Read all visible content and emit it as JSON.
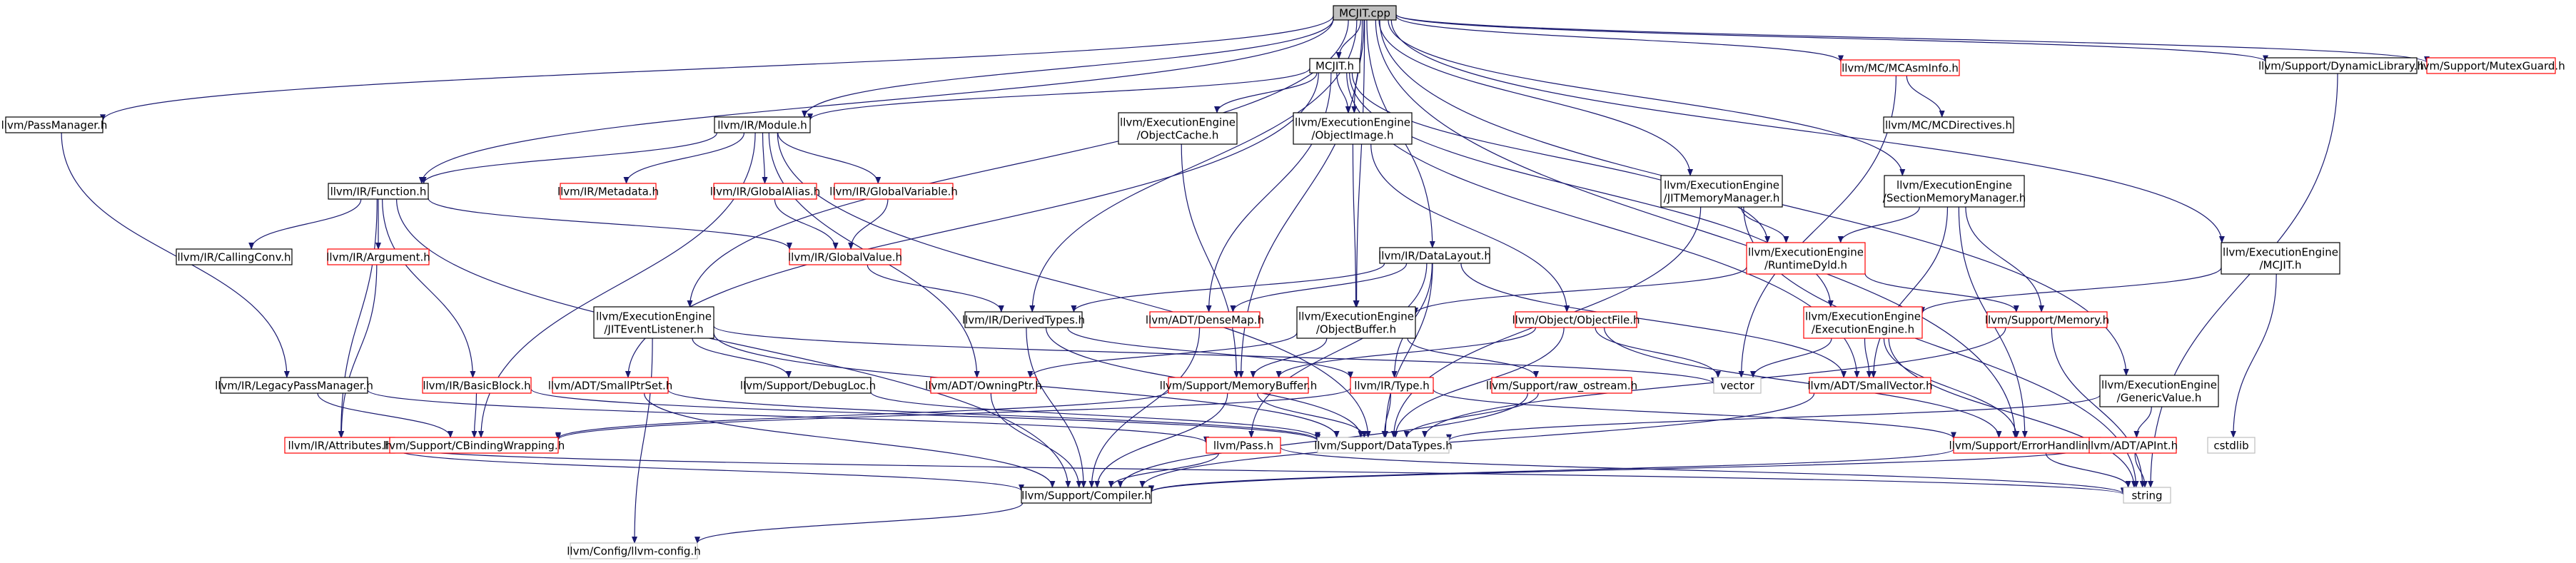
{
  "colors": {
    "edge": "#191970",
    "black_border": "#000000",
    "red_border": "#ff0000",
    "gray_border": "#bfbfbf",
    "root_fill": "#bfbfbf",
    "node_fill": "#ffffff",
    "text": "#000000"
  },
  "nodes": [
    {
      "id": "mcjit_cpp",
      "label": "MCJIT.cpp",
      "style": "root"
    },
    {
      "id": "llvm_passmanager",
      "label": "llvm/PassManager.h",
      "style": "black"
    },
    {
      "id": "mcjit_h",
      "label": "MCJIT.h",
      "style": "black"
    },
    {
      "id": "mc_mcasminfo",
      "label": "llvm/MC/MCAsmInfo.h",
      "style": "red"
    },
    {
      "id": "support_dynlib",
      "label": "llvm/Support/DynamicLibrary.h",
      "style": "black"
    },
    {
      "id": "support_mutexguard",
      "label": "llvm/Support/MutexGuard.h",
      "style": "red"
    },
    {
      "id": "ir_module",
      "label": "llvm/IR/Module.h",
      "style": "black"
    },
    {
      "id": "ee_objectcache",
      "label": "llvm/ExecutionEngine\n/ObjectCache.h",
      "style": "black"
    },
    {
      "id": "ee_objectimage",
      "label": "llvm/ExecutionEngine\n/ObjectImage.h",
      "style": "black"
    },
    {
      "id": "mc_mcdirectives",
      "label": "llvm/MC/MCDirectives.h",
      "style": "black"
    },
    {
      "id": "ir_function",
      "label": "llvm/IR/Function.h",
      "style": "black"
    },
    {
      "id": "ir_metadata",
      "label": "llvm/IR/Metadata.h",
      "style": "red"
    },
    {
      "id": "ir_globalalias",
      "label": "llvm/IR/GlobalAlias.h",
      "style": "red"
    },
    {
      "id": "ir_globalvariable",
      "label": "llvm/IR/GlobalVariable.h",
      "style": "red"
    },
    {
      "id": "ee_jitmemmgr",
      "label": "llvm/ExecutionEngine\n/JITMemoryManager.h",
      "style": "black"
    },
    {
      "id": "ee_sectionmemmgr",
      "label": "llvm/ExecutionEngine\n/SectionMemoryManager.h",
      "style": "black"
    },
    {
      "id": "ir_callingconv",
      "label": "llvm/IR/CallingConv.h",
      "style": "black"
    },
    {
      "id": "ir_argument",
      "label": "llvm/IR/Argument.h",
      "style": "red"
    },
    {
      "id": "ir_globalvalue",
      "label": "llvm/IR/GlobalValue.h",
      "style": "red"
    },
    {
      "id": "ee_runtimedyld",
      "label": "llvm/ExecutionEngine\n/RuntimeDyld.h",
      "style": "red"
    },
    {
      "id": "ir_datalayout",
      "label": "llvm/IR/DataLayout.h",
      "style": "black"
    },
    {
      "id": "ee_mcjit_h",
      "label": "llvm/ExecutionEngine\n/MCJIT.h",
      "style": "black"
    },
    {
      "id": "ee_jiteventlistener",
      "label": "llvm/ExecutionEngine\n/JITEventListener.h",
      "style": "black"
    },
    {
      "id": "ir_derivedtypes",
      "label": "llvm/IR/DerivedTypes.h",
      "style": "black"
    },
    {
      "id": "adt_densemap",
      "label": "llvm/ADT/DenseMap.h",
      "style": "red"
    },
    {
      "id": "ee_objectbuffer",
      "label": "llvm/ExecutionEngine\n/ObjectBuffer.h",
      "style": "black"
    },
    {
      "id": "object_objectfile",
      "label": "llvm/Object/ObjectFile.h",
      "style": "red"
    },
    {
      "id": "ee_executionengine",
      "label": "llvm/ExecutionEngine\n/ExecutionEngine.h",
      "style": "red"
    },
    {
      "id": "support_memory",
      "label": "llvm/Support/Memory.h",
      "style": "red"
    },
    {
      "id": "ir_legacypassmanager",
      "label": "llvm/IR/LegacyPassManager.h",
      "style": "black"
    },
    {
      "id": "ir_basicblock",
      "label": "llvm/IR/BasicBlock.h",
      "style": "red"
    },
    {
      "id": "adt_smallptrset",
      "label": "llvm/ADT/SmallPtrSet.h",
      "style": "red"
    },
    {
      "id": "support_debugloc",
      "label": "llvm/Support/DebugLoc.h",
      "style": "black"
    },
    {
      "id": "adt_owningptr",
      "label": "llvm/ADT/OwningPtr.h",
      "style": "red"
    },
    {
      "id": "support_memorybuffer",
      "label": "llvm/Support/MemoryBuffer.h",
      "style": "red"
    },
    {
      "id": "ir_type",
      "label": "llvm/IR/Type.h",
      "style": "red"
    },
    {
      "id": "support_raw_ostream",
      "label": "llvm/Support/raw_ostream.h",
      "style": "red"
    },
    {
      "id": "vector",
      "label": "vector",
      "style": "gray"
    },
    {
      "id": "adt_smallvector",
      "label": "llvm/ADT/SmallVector.h",
      "style": "red"
    },
    {
      "id": "ee_genericvalue",
      "label": "llvm/ExecutionEngine\n/GenericValue.h",
      "style": "black"
    },
    {
      "id": "ir_attributes",
      "label": "llvm/IR/Attributes.h",
      "style": "red"
    },
    {
      "id": "support_cbinding",
      "label": "llvm/Support/CBindingWrapping.h",
      "style": "red"
    },
    {
      "id": "llvm_pass",
      "label": "llvm/Pass.h",
      "style": "red"
    },
    {
      "id": "support_datatypes",
      "label": "llvm/Support/DataTypes.h",
      "style": "gray"
    },
    {
      "id": "support_errorhandling",
      "label": "llvm/Support/ErrorHandling.h",
      "style": "red"
    },
    {
      "id": "cstdlib",
      "label": "cstdlib",
      "style": "gray"
    },
    {
      "id": "adt_apint",
      "label": "llvm/ADT/APInt.h",
      "style": "red"
    },
    {
      "id": "support_compiler",
      "label": "llvm/Support/Compiler.h",
      "style": "black"
    },
    {
      "id": "string",
      "label": "string",
      "style": "gray"
    },
    {
      "id": "config_llvmconfig",
      "label": "llvm/Config/llvm-config.h",
      "style": "gray"
    }
  ],
  "edges": [
    [
      "mcjit_cpp",
      "llvm_passmanager"
    ],
    [
      "mcjit_cpp",
      "mcjit_h"
    ],
    [
      "mcjit_cpp",
      "ir_module"
    ],
    [
      "mcjit_cpp",
      "ir_function"
    ],
    [
      "mcjit_cpp",
      "ee_jiteventlistener"
    ],
    [
      "mcjit_cpp",
      "ir_derivedtypes"
    ],
    [
      "mcjit_cpp",
      "ee_objectbuffer"
    ],
    [
      "mcjit_cpp",
      "ee_objectimage"
    ],
    [
      "mcjit_cpp",
      "ir_datalayout"
    ],
    [
      "mcjit_cpp",
      "ee_jitmemmgr"
    ],
    [
      "mcjit_cpp",
      "ee_sectionmemmgr"
    ],
    [
      "mcjit_cpp",
      "mc_mcasminfo"
    ],
    [
      "mcjit_cpp",
      "support_dynlib"
    ],
    [
      "mcjit_cpp",
      "support_mutexguard"
    ],
    [
      "mcjit_cpp",
      "ee_mcjit_h"
    ],
    [
      "mcjit_cpp",
      "support_memorybuffer"
    ],
    [
      "mcjit_cpp",
      "ee_genericvalue"
    ],
    [
      "mcjit_cpp",
      "support_errorhandling"
    ],
    [
      "llvm_passmanager",
      "ir_legacypassmanager"
    ],
    [
      "mcjit_h",
      "ir_module"
    ],
    [
      "mcjit_h",
      "ee_objectcache"
    ],
    [
      "mcjit_h",
      "ee_objectimage"
    ],
    [
      "mcjit_h",
      "adt_densemap"
    ],
    [
      "mcjit_h",
      "adt_smallptrset"
    ],
    [
      "mcjit_h",
      "ee_executionengine"
    ],
    [
      "mcjit_h",
      "ee_runtimedyld"
    ],
    [
      "mcjit_h",
      "adt_smallvector"
    ],
    [
      "mc_mcasminfo",
      "mc_mcdirectives"
    ],
    [
      "mc_mcasminfo",
      "vector"
    ],
    [
      "support_dynlib",
      "string"
    ],
    [
      "ir_module",
      "ir_function"
    ],
    [
      "ir_module",
      "ir_metadata"
    ],
    [
      "ir_module",
      "ir_globalalias"
    ],
    [
      "ir_module",
      "ir_globalvariable"
    ],
    [
      "ir_module",
      "adt_owningptr"
    ],
    [
      "ir_module",
      "support_cbinding"
    ],
    [
      "ir_module",
      "support_datatypes"
    ],
    [
      "ee_objectcache",
      "support_memorybuffer"
    ],
    [
      "ee_objectimage",
      "ee_objectbuffer"
    ],
    [
      "ee_objectimage",
      "object_objectfile"
    ],
    [
      "ir_function",
      "ir_callingconv"
    ],
    [
      "ir_function",
      "ir_argument"
    ],
    [
      "ir_function",
      "ir_globalvalue"
    ],
    [
      "ir_function",
      "ir_basicblock"
    ],
    [
      "ir_function",
      "ir_attributes"
    ],
    [
      "ir_function",
      "support_compiler"
    ],
    [
      "ir_globalalias",
      "ir_globalvalue"
    ],
    [
      "ir_globalvariable",
      "ir_globalvalue"
    ],
    [
      "ee_jitmemmgr",
      "ee_runtimedyld"
    ],
    [
      "ee_jitmemmgr",
      "support_datatypes"
    ],
    [
      "ee_jitmemmgr",
      "string"
    ],
    [
      "ee_sectionmemmgr",
      "ee_runtimedyld"
    ],
    [
      "ee_sectionmemmgr",
      "support_memory"
    ],
    [
      "ee_sectionmemmgr",
      "adt_smallvector"
    ],
    [
      "ee_sectionmemmgr",
      "support_errorhandling"
    ],
    [
      "ir_argument",
      "ir_attributes"
    ],
    [
      "ir_globalvalue",
      "ir_derivedtypes"
    ],
    [
      "ee_runtimedyld",
      "ee_objectbuffer"
    ],
    [
      "ee_runtimedyld",
      "support_memory"
    ],
    [
      "ir_datalayout",
      "ir_derivedtypes"
    ],
    [
      "ir_datalayout",
      "adt_densemap"
    ],
    [
      "ir_datalayout",
      "ir_type"
    ],
    [
      "ir_datalayout",
      "adt_smallvector"
    ],
    [
      "ir_datalayout",
      "support_datatypes"
    ],
    [
      "ir_datalayout",
      "llvm_pass"
    ],
    [
      "ee_mcjit_h",
      "ee_executionengine"
    ],
    [
      "ee_mcjit_h",
      "cstdlib"
    ],
    [
      "ee_jiteventlistener",
      "support_debugloc"
    ],
    [
      "ee_jiteventlistener",
      "vector"
    ],
    [
      "ee_jiteventlistener",
      "support_datatypes"
    ],
    [
      "ee_jiteventlistener",
      "config_llvmconfig"
    ],
    [
      "ir_derivedtypes",
      "ir_type"
    ],
    [
      "ir_derivedtypes",
      "support_compiler"
    ],
    [
      "ir_derivedtypes",
      "support_datatypes"
    ],
    [
      "adt_densemap",
      "support_compiler"
    ],
    [
      "ee_objectbuffer",
      "support_memorybuffer"
    ],
    [
      "ee_objectbuffer",
      "support_raw_ostream"
    ],
    [
      "ee_objectbuffer",
      "adt_owningptr"
    ],
    [
      "object_objectfile",
      "support_memorybuffer"
    ],
    [
      "object_objectfile",
      "vector"
    ],
    [
      "object_objectfile",
      "support_datatypes"
    ],
    [
      "object_objectfile",
      "support_errorhandling"
    ],
    [
      "ee_executionengine",
      "adt_smallvector"
    ],
    [
      "ee_executionengine",
      "vector"
    ],
    [
      "ee_executionengine",
      "string"
    ],
    [
      "ee_executionengine",
      "support_errorhandling"
    ],
    [
      "support_memory",
      "support_datatypes"
    ],
    [
      "support_memory",
      "string"
    ],
    [
      "ir_legacypassmanager",
      "support_cbinding"
    ],
    [
      "ir_legacypassmanager",
      "llvm_pass"
    ],
    [
      "ir_basicblock",
      "support_cbinding"
    ],
    [
      "ir_basicblock",
      "support_datatypes"
    ],
    [
      "adt_smallptrset",
      "support_compiler"
    ],
    [
      "adt_smallptrset",
      "support_datatypes"
    ],
    [
      "support_debugloc",
      "support_datatypes"
    ],
    [
      "adt_owningptr",
      "support_compiler"
    ],
    [
      "support_memorybuffer",
      "support_cbinding"
    ],
    [
      "support_memorybuffer",
      "support_compiler"
    ],
    [
      "support_memorybuffer",
      "support_datatypes"
    ],
    [
      "ir_type",
      "support_cbinding"
    ],
    [
      "ir_type",
      "support_datatypes"
    ],
    [
      "ir_type",
      "support_errorhandling"
    ],
    [
      "support_raw_ostream",
      "support_compiler"
    ],
    [
      "support_raw_ostream",
      "support_datatypes"
    ],
    [
      "adt_smallvector",
      "support_compiler"
    ],
    [
      "ee_genericvalue",
      "adt_apint"
    ],
    [
      "ee_genericvalue",
      "support_datatypes"
    ],
    [
      "ir_attributes",
      "support_compiler"
    ],
    [
      "ir_attributes",
      "string"
    ],
    [
      "llvm_pass",
      "support_compiler"
    ],
    [
      "llvm_pass",
      "string"
    ],
    [
      "support_errorhandling",
      "support_compiler"
    ],
    [
      "support_errorhandling",
      "string"
    ],
    [
      "adt_apint",
      "support_compiler"
    ],
    [
      "adt_apint",
      "string"
    ],
    [
      "support_compiler",
      "config_llvmconfig"
    ]
  ]
}
